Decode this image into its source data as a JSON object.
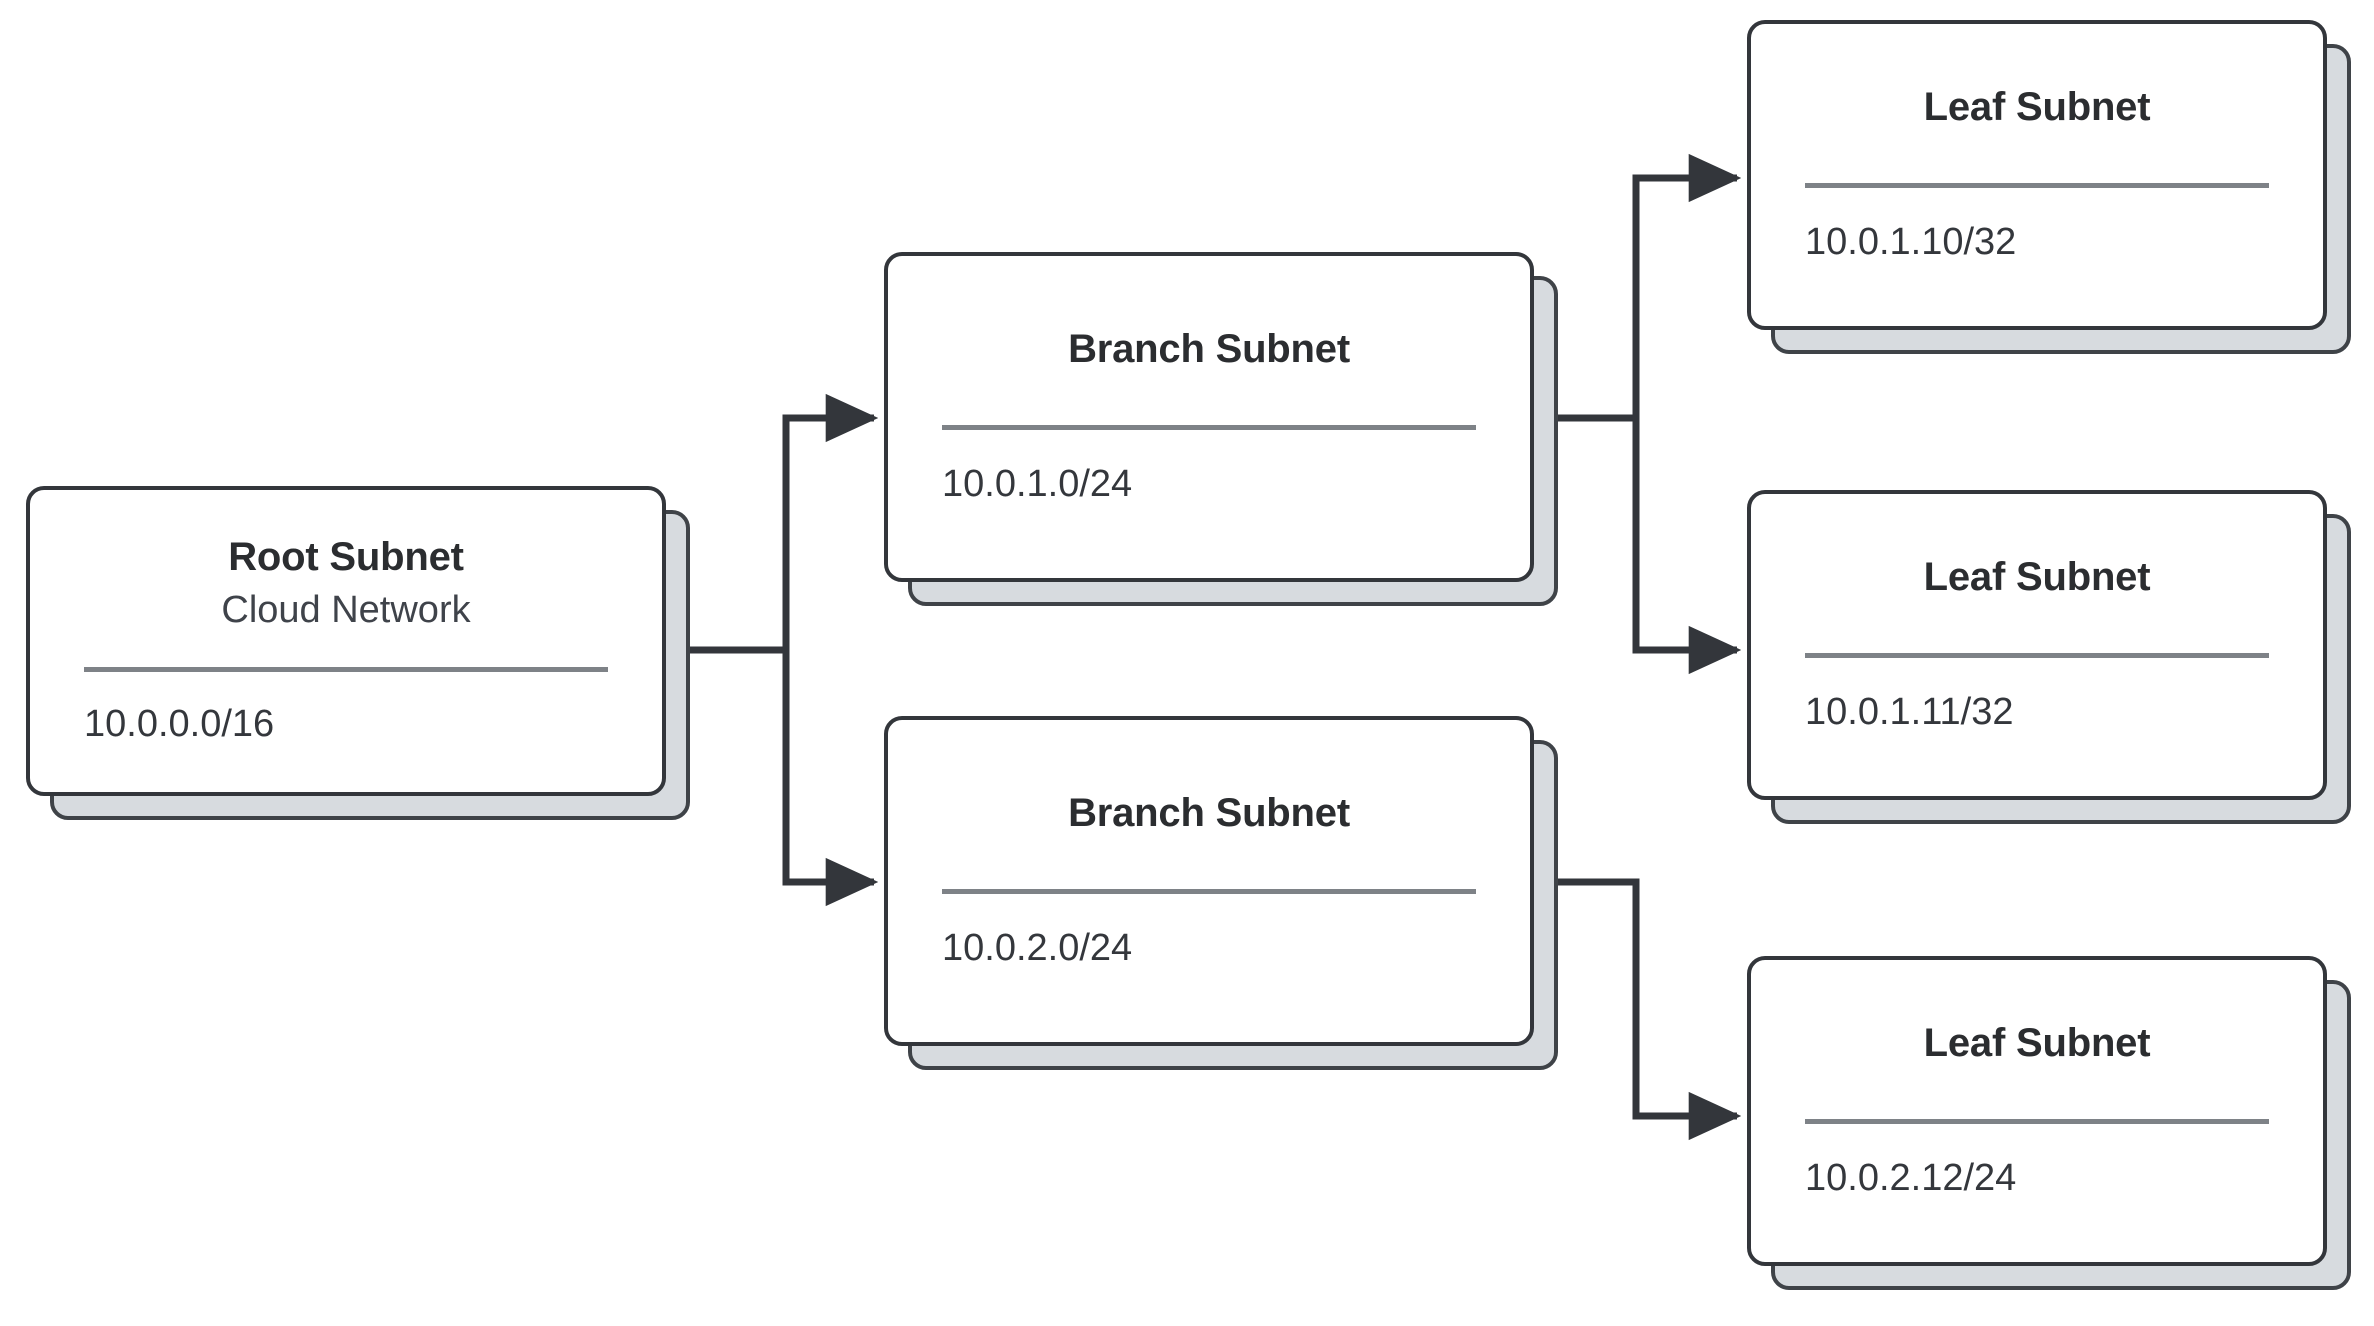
{
  "diagram": {
    "type": "hierarchy-tree",
    "background_color": "#ffffff",
    "card_fill": "#ffffff",
    "card_border_color": "#33363b",
    "stack_plate_color": "#d7dbdf",
    "divider_color": "#7e8287",
    "connector_color": "#33363b",
    "title_color": "#2b2d30",
    "subtitle_color": "#3f434a",
    "address_color": "#34373c"
  },
  "nodes": {
    "root": {
      "title": "Root Subnet",
      "subtitle": "Cloud Network",
      "address": "10.0.0.0/16"
    },
    "branch_1": {
      "title": "Branch Subnet",
      "address": "10.0.1.0/24"
    },
    "branch_2": {
      "title": "Branch Subnet",
      "address": "10.0.2.0/24"
    },
    "leaf_1": {
      "title": "Leaf Subnet",
      "address": "10.0.1.10/32"
    },
    "leaf_2": {
      "title": "Leaf Subnet",
      "address": "10.0.1.11/32"
    },
    "leaf_3": {
      "title": "Leaf Subnet",
      "address": "10.0.2.12/24"
    }
  },
  "edges": [
    {
      "from": "root",
      "to": "branch_1"
    },
    {
      "from": "root",
      "to": "branch_2"
    },
    {
      "from": "branch_1",
      "to": "leaf_1"
    },
    {
      "from": "branch_1",
      "to": "leaf_2"
    },
    {
      "from": "branch_2",
      "to": "leaf_3"
    }
  ]
}
